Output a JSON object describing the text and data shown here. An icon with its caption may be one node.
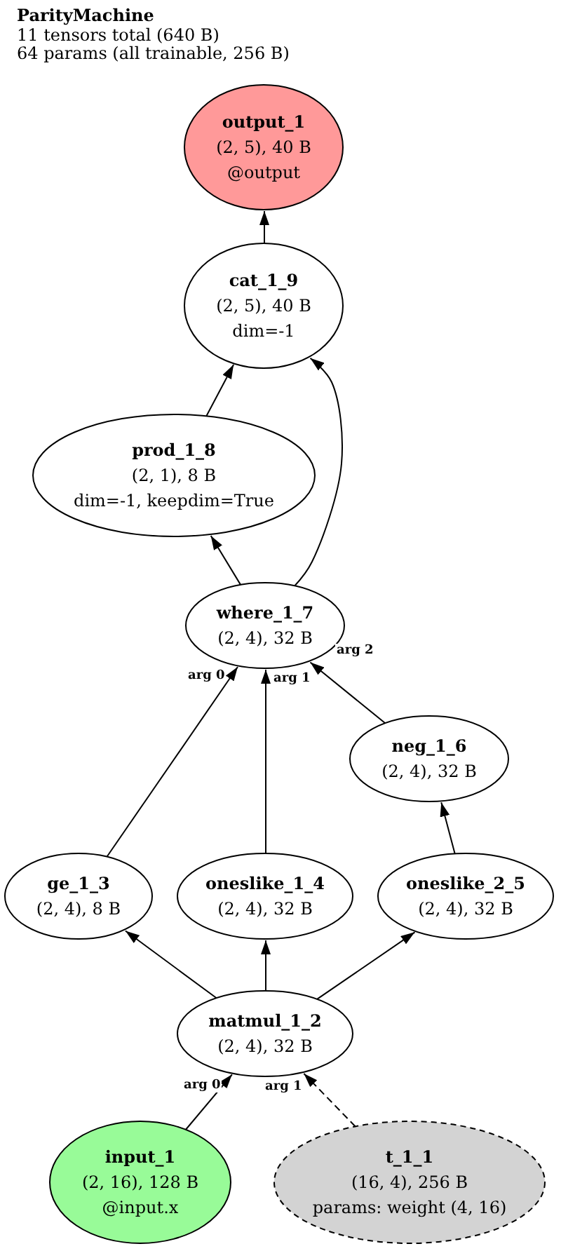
{
  "diagram": {
    "title": "ParityMachine",
    "nodes": [
      {
        "text": [
          "output_1",
          "(2, 5), 40 B",
          "@output"
        ]
      },
      {
        "text": [
          "cat_1_9",
          "(2, 5), 40 B",
          "dim=-1"
        ]
      },
      {
        "text": [
          "prod_1_8",
          "(2, 1), 8 B",
          "dim=-1, keepdim=True"
        ]
      },
      {
        "text": [
          "where_1_7",
          "(2, 4), 32 B"
        ]
      },
      {
        "text": [
          "neg_1_6",
          "(2, 4), 32 B"
        ]
      },
      {
        "text": [
          "ge_1_3",
          "(2, 4), 8 B"
        ]
      },
      {
        "text": [
          "oneslike_1_4",
          "(2, 4), 32 B"
        ]
      },
      {
        "text": [
          "oneslike_2_5",
          "(2, 4), 32 B"
        ]
      },
      {
        "text": [
          "matmul_1_2",
          "(2, 4), 32 B"
        ]
      },
      {
        "text": [
          "input_1",
          "(2, 16), 128 B",
          "@input.x"
        ]
      },
      {
        "text": [
          "t_1_1",
          "(16, 4), 256 B",
          "params: weight (4, 16)"
        ]
      }
    ],
    "edges": [
      {
        "from": 1,
        "to": 0,
        "arrow": "to"
      },
      {
        "from": 2,
        "to": 1,
        "arrow": "to"
      },
      {
        "from": 3,
        "to": 1,
        "arrow": "to"
      },
      {
        "from": 3,
        "to": 2,
        "arrow": "to"
      },
      {
        "from": 5,
        "to": 3,
        "arrow": "to",
        "label": "arg 0"
      },
      {
        "from": 6,
        "to": 3,
        "arrow": "to",
        "label": "arg 1"
      },
      {
        "from": 4,
        "to": 3,
        "arrow": "to",
        "label": "arg 2"
      },
      {
        "from": 7,
        "to": 4,
        "arrow": "to"
      },
      {
        "from": 8,
        "to": 5,
        "arrow": "to"
      },
      {
        "from": 8,
        "to": 6,
        "arrow": "to"
      },
      {
        "from": 8,
        "to": 7,
        "arrow": "to"
      },
      {
        "from": 9,
        "to": 8,
        "arrow": "to",
        "label": "arg 0"
      },
      {
        "from": 10,
        "to": 8,
        "arrow": "to",
        "label": "arg 1",
        "style": "dashed"
      }
    ],
    "labels": [
      "11 tensors total (640 B)",
      "64 params (all trainable, 256 B)"
    ]
  }
}
